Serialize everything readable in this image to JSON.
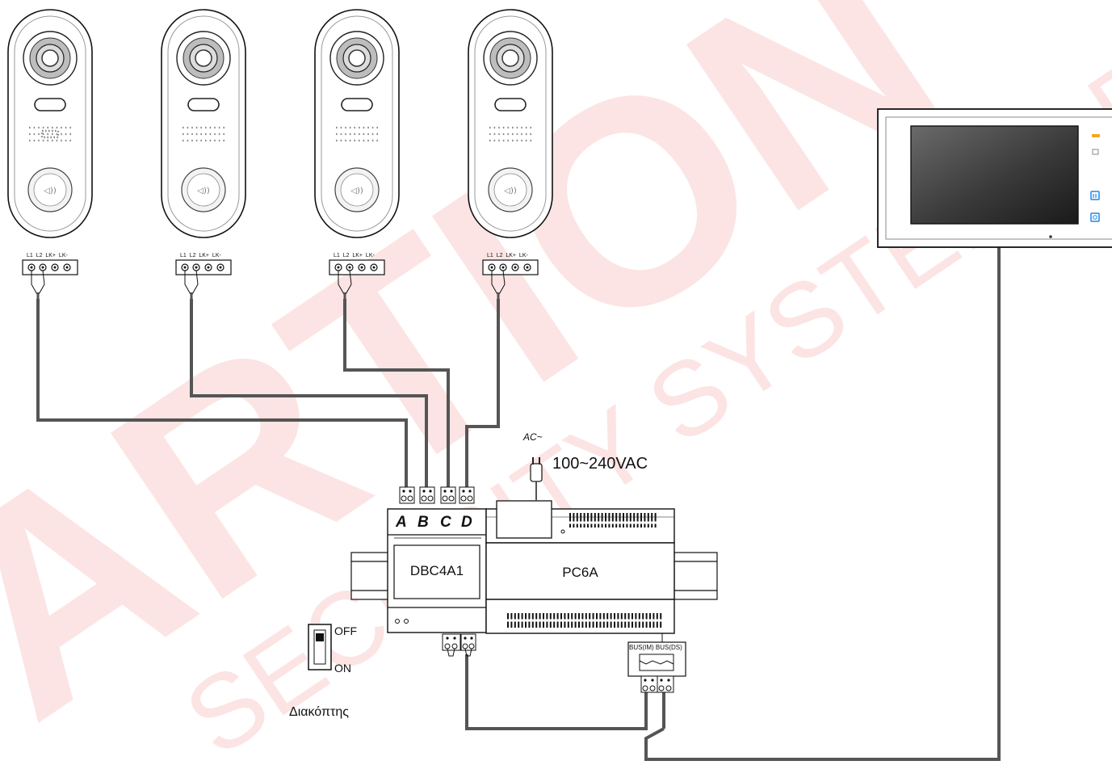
{
  "watermark": {
    "brand": "ARTION",
    "tagline": "SECURITY SYSTEMS E.",
    "color": "#e8352e"
  },
  "door_stations": [
    {
      "terminal_labels": [
        "L1",
        "L2",
        "LK+",
        "LK-"
      ]
    },
    {
      "terminal_labels": [
        "L1",
        "L2",
        "LK+",
        "LK-"
      ]
    },
    {
      "terminal_labels": [
        "L1",
        "L2",
        "LK+",
        "LK-"
      ]
    },
    {
      "terminal_labels": [
        "L1",
        "L2",
        "LK+",
        "LK-"
      ]
    }
  ],
  "distributor": {
    "model": "DBC4A1",
    "ports": [
      "A",
      "B",
      "C",
      "D"
    ]
  },
  "power_supply": {
    "model": "PC6A",
    "input_type": "AC~",
    "input_voltage": "100~240VAC",
    "bus_labels": [
      "BUS(IM)",
      "BUS(DS)"
    ]
  },
  "switch": {
    "off_label": "OFF",
    "on_label": "ON",
    "caption": "Διακόπτης"
  },
  "monitor": {
    "indicator_color": "#f5a623",
    "icon_color": "#1e88e5",
    "icons": [
      "message-icon",
      "door-unlock-icon",
      "monitor-icon"
    ]
  }
}
